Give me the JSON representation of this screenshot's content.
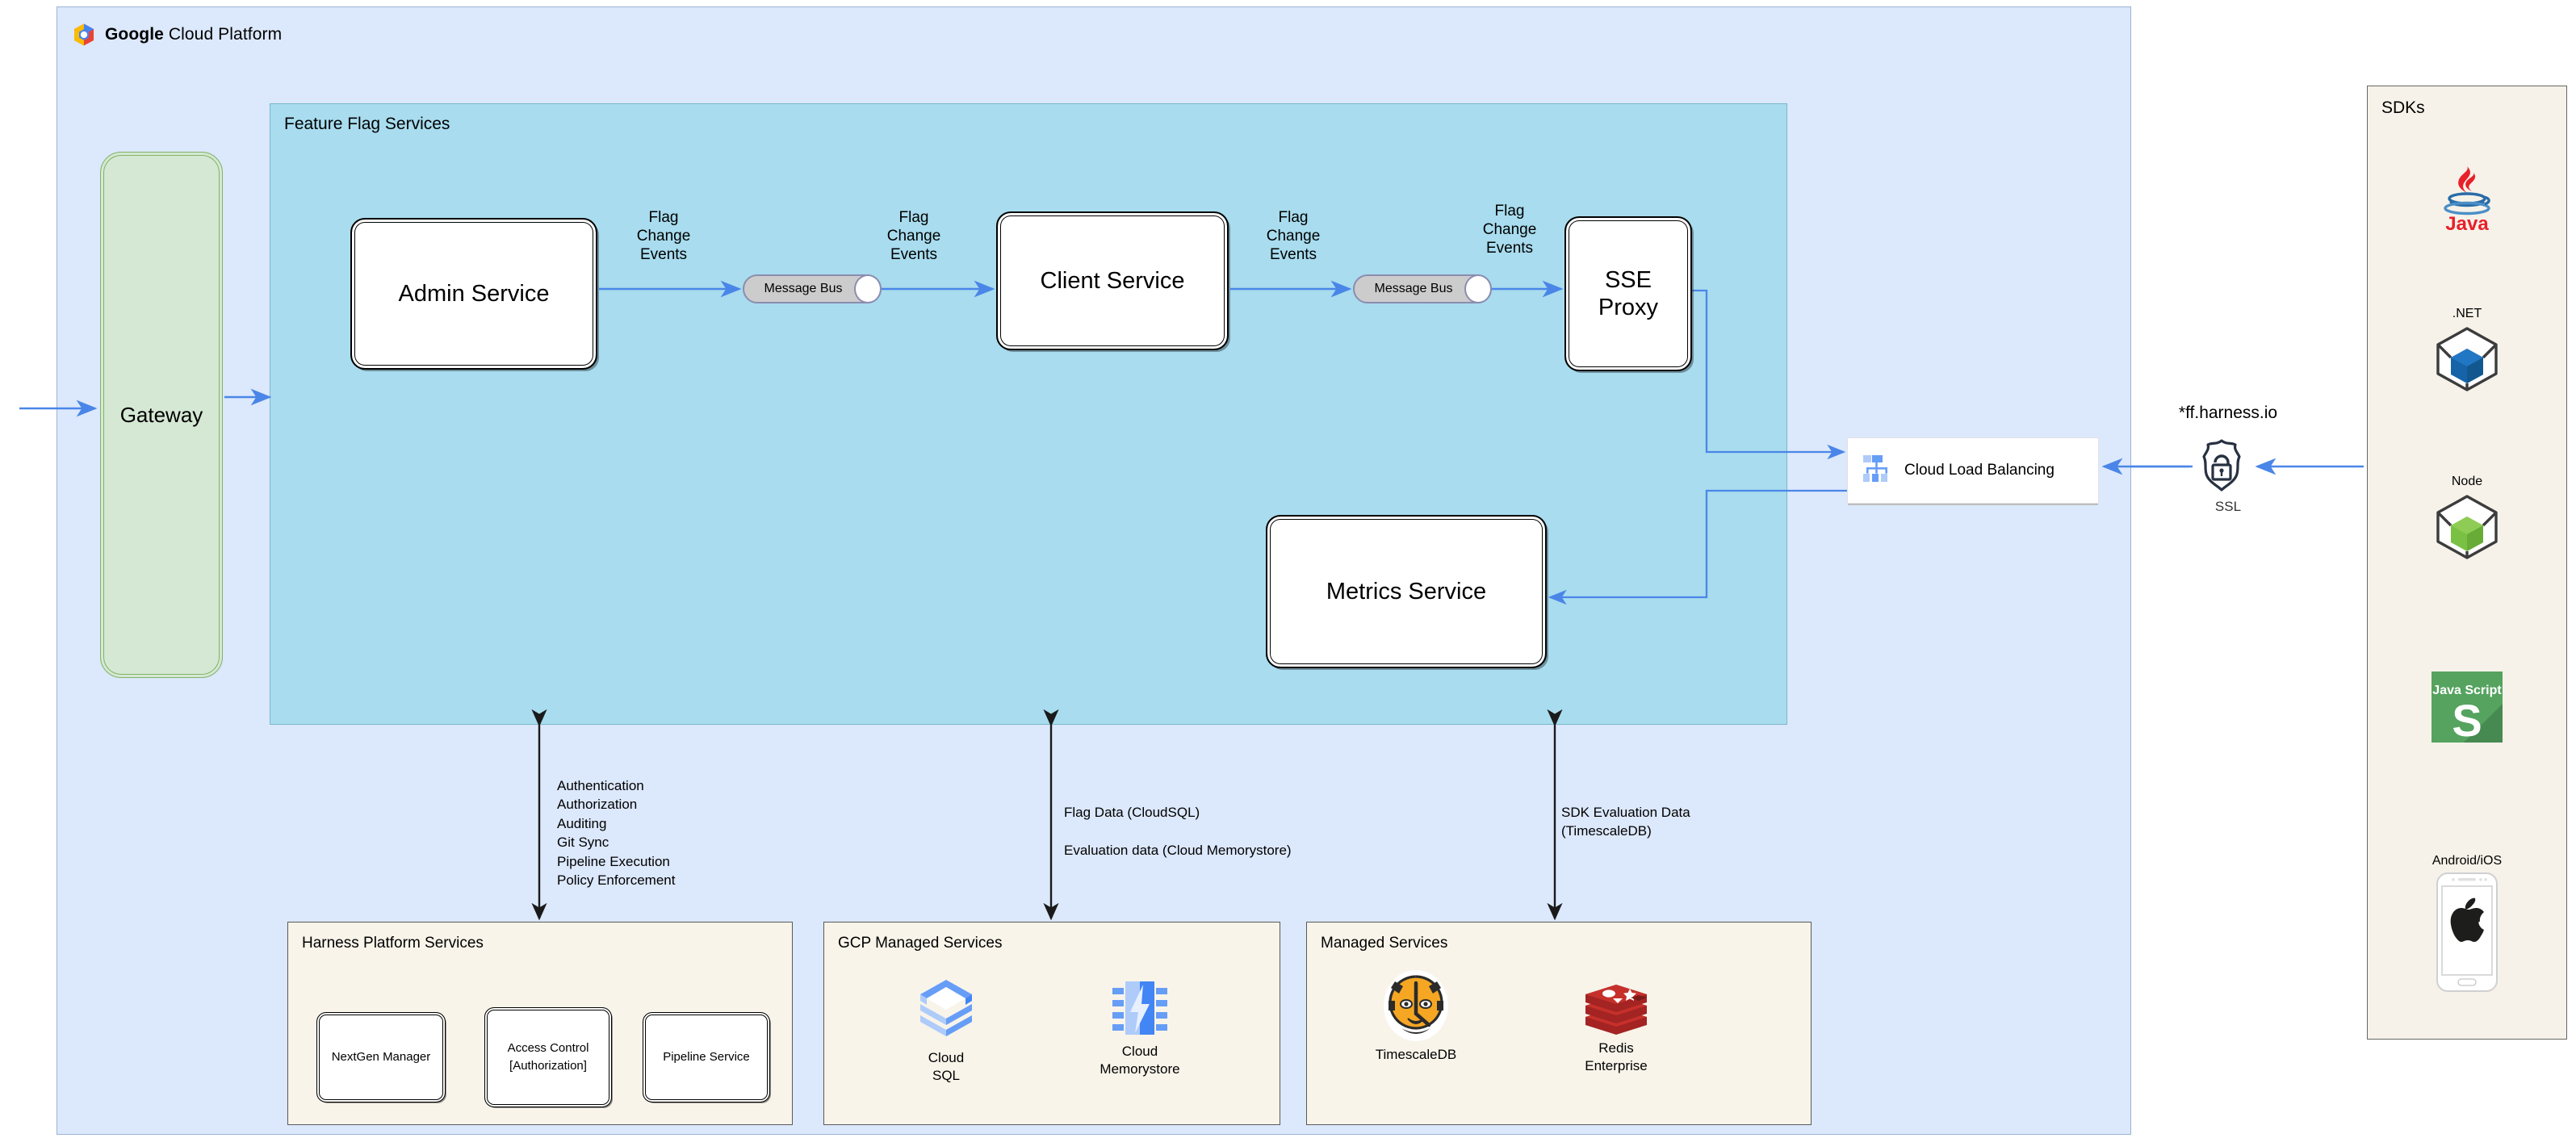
{
  "gcp": {
    "title_bold": "Google",
    "title_rest": " Cloud Platform",
    "logo_icon": "google-cloud-logo"
  },
  "feature_flag_services": {
    "title": "Feature Flag Services",
    "services": {
      "admin": "Admin Service",
      "client": "Client Service",
      "sse_proxy": "SSE\nProxy",
      "metrics": "Metrics Service"
    },
    "message_bus_label": "Message Bus",
    "edge_labels": {
      "admin_to_bus": "Flag\nChange\nEvents",
      "bus_to_client": "Flag\nChange\nEvents",
      "client_to_bus2": "Flag\nChange\nEvents",
      "bus2_to_sse": "Flag\nChange\nEvents"
    }
  },
  "gateway": {
    "label": "Gateway"
  },
  "load_balancer": {
    "label": "Cloud Load Balancing",
    "icon": "cloud-load-balancing-icon"
  },
  "edge": {
    "domain": "*ff.harness.io",
    "ssl_label": "SSL",
    "ssl_icon": "ssl-shield-lock-icon"
  },
  "sdks": {
    "title": "SDKs",
    "items": [
      {
        "name": "",
        "label_below": "Java",
        "icon": "java-logo-icon"
      },
      {
        "name": ".NET",
        "label_below": "",
        "icon": "dotnet-cube-icon"
      },
      {
        "name": "Node",
        "label_below": "",
        "icon": "node-cube-icon"
      },
      {
        "name": "",
        "label_below": "Java Script",
        "icon": "javascript-tile-icon"
      },
      {
        "name": "Android/iOS",
        "label_below": "",
        "icon": "mobile-phone-apple-icon"
      }
    ]
  },
  "annotations": {
    "harness_platform": "Authentication\nAuthorization\nAuditing\nGit Sync\nPipeline Execution\nPolicy Enforcement",
    "gcp_managed": "Flag Data (CloudSQL)\n\nEvaluation data (Cloud Memorystore)",
    "managed": "SDK Evaluation Data\n(TimescaleDB)"
  },
  "bottom": {
    "harness": {
      "title": "Harness Platform Services",
      "services": [
        "NextGen Manager",
        "Access Control\n[Authorization]",
        "Pipeline Service"
      ]
    },
    "gcp_managed": {
      "title": "GCP Managed Services",
      "services": [
        {
          "caption": "Cloud\nSQL",
          "icon": "cloud-sql-icon"
        },
        {
          "caption": "Cloud\nMemorystore",
          "icon": "cloud-memorystore-icon"
        }
      ]
    },
    "managed": {
      "title": "Managed Services",
      "services": [
        {
          "caption": "TimescaleDB",
          "icon": "timescaledb-tiger-icon"
        },
        {
          "caption": "Redis\nEnterprise",
          "icon": "redis-icon"
        }
      ]
    }
  },
  "colors": {
    "gcp_panel": "#dce8fb",
    "ffs_panel": "#a8dcee",
    "gateway": "#d5e8d4",
    "gateway_border": "#82b366",
    "bottom_box": "#f8f4ea",
    "arrow": "#4a86e8",
    "sdk_panel": "#f6f2e9"
  }
}
